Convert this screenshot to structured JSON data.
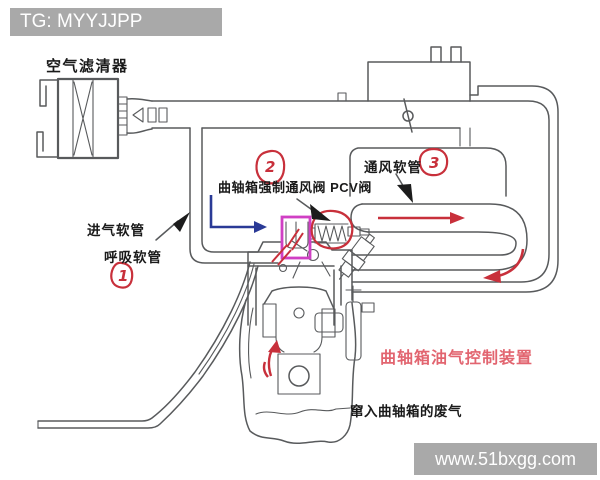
{
  "watermarks": {
    "top": "TG: MYYJJPP",
    "bottom": "www.51bxgg.com"
  },
  "labels": {
    "air_cleaner": "空气滤清器",
    "pcv_valve": "曲轴箱强制通风阀 PCV阀",
    "vent_hose": "通风软管",
    "intake_hose": "进气软管",
    "breather_hose": "呼吸软管",
    "control_device": "曲轴箱油气控制装置",
    "blowby_gas": "窜入曲轴箱的废气"
  },
  "annotations": {
    "circle_1": "1",
    "circle_2": "2",
    "circle_3": "3"
  },
  "colors": {
    "line": "#585a5c",
    "red": "#c8303b",
    "blue": "#2a3a96",
    "magenta": "#d03fc4",
    "pink_text": "#e26570",
    "watermark_bg": "#a9a9a9"
  }
}
